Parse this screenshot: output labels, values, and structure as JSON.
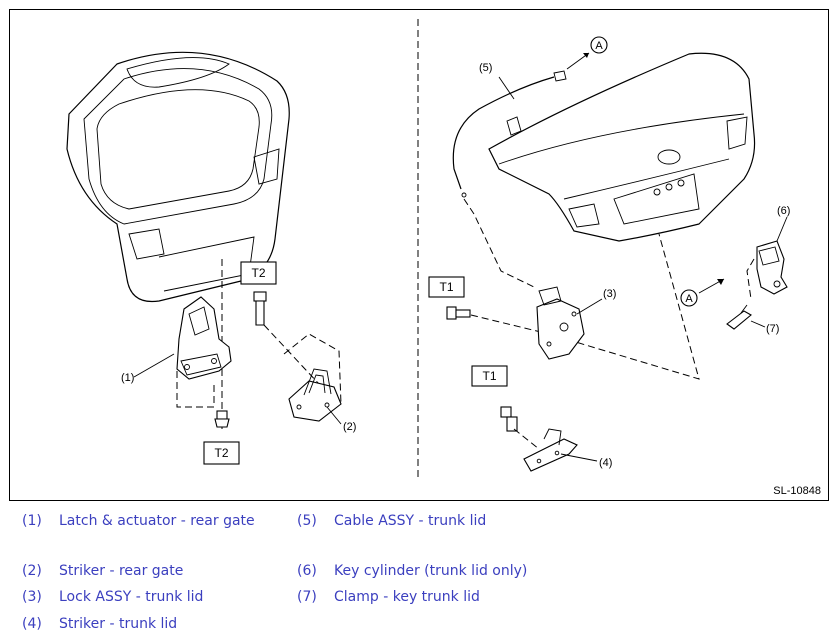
{
  "figure": {
    "code": "SL-10848",
    "callouts": {
      "c1": "(1)",
      "c2": "(2)",
      "c3": "(3)",
      "c4": "(4)",
      "c5": "(5)",
      "c6": "(6)",
      "c7": "(7)"
    },
    "torque": {
      "t1": "T1",
      "t2": "T2"
    },
    "connector": "A"
  },
  "legend": [
    {
      "num": "(1)",
      "label": "Latch & actuator - rear gate"
    },
    {
      "num": "(2)",
      "label": "Striker - rear gate"
    },
    {
      "num": "(3)",
      "label": "Lock ASSY - trunk lid"
    },
    {
      "num": "(4)",
      "label": "Striker - trunk lid"
    },
    {
      "num": "(5)",
      "label": "Cable ASSY - trunk lid"
    },
    {
      "num": "(6)",
      "label": "Key cylinder (trunk lid only)"
    },
    {
      "num": "(7)",
      "label": "Clamp - key trunk lid"
    }
  ],
  "colors": {
    "legend_text": "#3b3fbf",
    "line": "#000000"
  }
}
